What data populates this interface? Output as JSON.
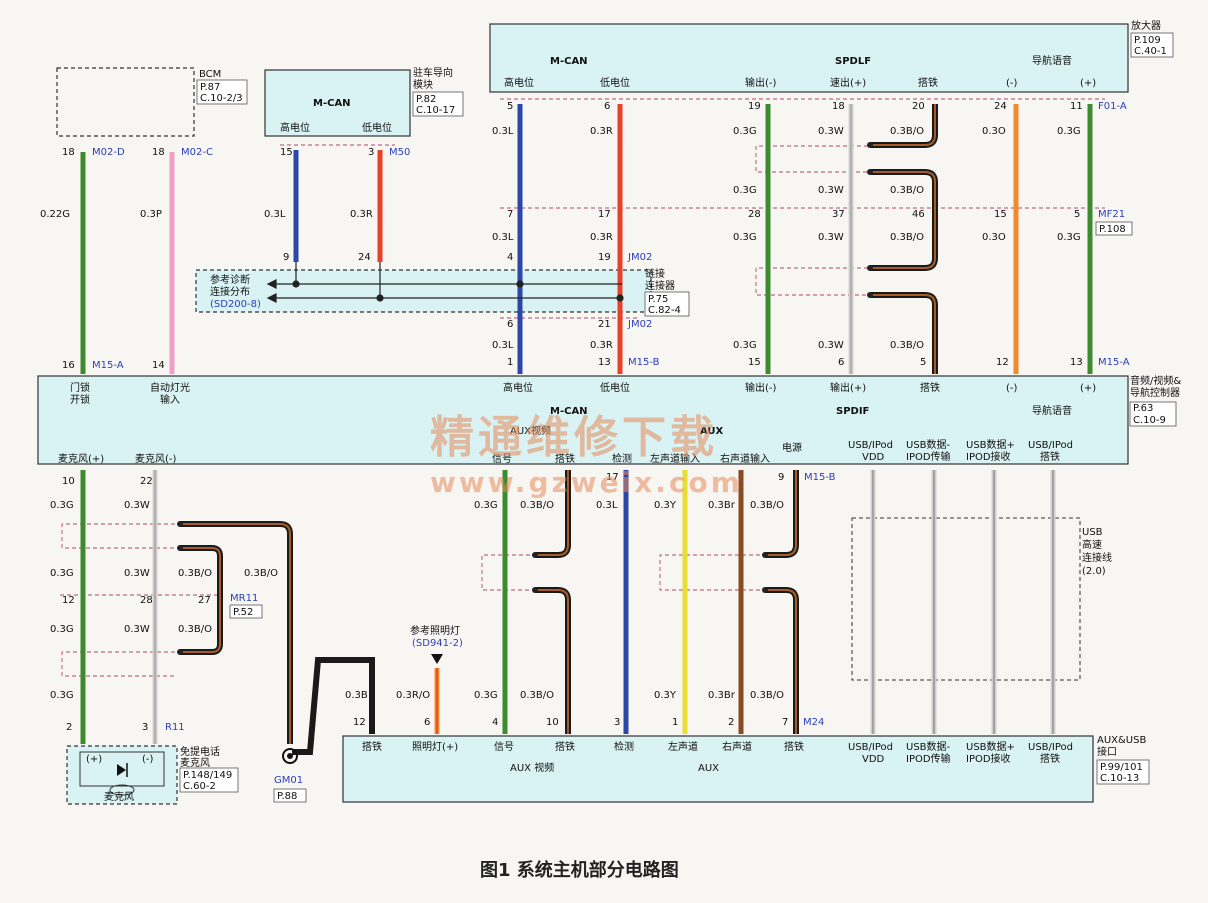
{
  "caption": "图1 系统主机部分电路图",
  "watermark": {
    "cn": "精通维修下载",
    "url": "www.gzweix.com"
  },
  "colors": {
    "bg": "#f7f6f3",
    "module_fill": "#d9f2f3",
    "green": "#3e8a2e",
    "pink": "#f0a0c8",
    "blue": "#2b47a8",
    "red": "#e8412a",
    "white_wire": "#cfcfcf",
    "orange": "#f08a2a",
    "yellow": "#e8de36",
    "brown": "#8a4a22",
    "black": "#1a1a1a"
  },
  "modules": {
    "amp": {
      "name": "放大器",
      "ref1": "P.109",
      "ref2": "C.40-1",
      "g1": "M-CAN",
      "g2": "SPDLF",
      "g3": "导航语音",
      "pins": [
        "高电位",
        "低电位",
        "输出(-)",
        "速出(+)",
        "搭铁",
        "(-)",
        "(+)"
      ]
    },
    "bcm": {
      "name": "BCM",
      "ref1": "P.87",
      "ref2": "C.10-2/3"
    },
    "park": {
      "name1": "驻车导向",
      "name2": "模块",
      "ref1": "P.82",
      "ref2": "C.10-17",
      "group": "M-CAN",
      "pins": [
        "高电位",
        "低电位"
      ]
    },
    "joint": {
      "name1": "链接",
      "name2": "连接器",
      "ref1": "P.75",
      "ref2": "C.82-4",
      "diag1": "参考诊断",
      "diag2": "连接分布",
      "diag3": "(SD200-8)"
    },
    "head": {
      "name1": "音频/视频&",
      "name2": "导航控制器",
      "ref1": "P.63",
      "ref2": "C.10-9",
      "mcan": "M-CAN",
      "spdif": "SPDIF",
      "nav": "导航语音",
      "aux_video": "AUX视频",
      "aux": "AUX",
      "top_pins": [
        "门锁",
        "开锁",
        "自动灯光",
        "输入",
        "高电位",
        "低电位",
        "输出(-)",
        "输出(+)",
        "搭铁",
        "(-)",
        "(+)"
      ],
      "bot_pins": [
        "麦克风(+)",
        "麦克风(-)",
        "信号",
        "搭铁",
        "检测",
        "左声道输入",
        "右声道输入",
        "电源",
        "USB/IPod",
        "VDD",
        "USB数据-",
        "IPOD传输",
        "USB数据+",
        "IPOD接收",
        "USB/IPod",
        "搭铁"
      ]
    },
    "usb_cable": {
      "l1": "USB",
      "l2": "高速",
      "l3": "连接线",
      "l4": "(2.0)"
    },
    "auxusb": {
      "name1": "AUX&USB",
      "name2": "接口",
      "ref1": "P.99/101",
      "ref2": "C.10-13",
      "pins": [
        "搭铁",
        "照明灯(+)",
        "信号",
        "搭铁",
        "检测",
        "左声道",
        "右声道",
        "搭铁",
        "USB/IPod",
        "VDD",
        "USB数据-",
        "IPOD传输",
        "USB数据+",
        "IPOD接收",
        "USB/IPod",
        "搭铁"
      ],
      "aux_video": "AUX 视频",
      "aux": "AUX"
    },
    "mic": {
      "name1": "免提电话",
      "name2": "麦克风",
      "ref1": "P.148/149",
      "ref2": "C.60-2",
      "label": "麦克风",
      "plus": "(+)",
      "minus": "(-)"
    },
    "lamp": {
      "l1": "参考照明灯",
      "l2": "(SD941-2)"
    },
    "ground": {
      "name": "GM01",
      "ref": "P.88"
    }
  },
  "connectors": [
    "M02-D",
    "M02-C",
    "M50",
    "F01-A",
    "MF21",
    "P.108",
    "JM02",
    "JM02",
    "M15-B",
    "M15-A",
    "M15-A",
    "M15-B",
    "MR11",
    "P.52",
    "R11",
    "M24"
  ],
  "pins": [
    "18",
    "18",
    "15",
    "3",
    "9",
    "24",
    "16",
    "14",
    "5",
    "6",
    "19",
    "18",
    "20",
    "24",
    "11",
    "7",
    "17",
    "28",
    "37",
    "46",
    "15",
    "5",
    "4",
    "19",
    "6",
    "21",
    "1",
    "13",
    "15",
    "6",
    "5",
    "12",
    "13",
    "10",
    "22",
    "12",
    "28",
    "27",
    "2",
    "3",
    "17",
    "9",
    "12",
    "6",
    "4",
    "10",
    "3",
    "1",
    "2",
    "7"
  ],
  "wire_labels": [
    "0.22G",
    "0.3P",
    "0.3L",
    "0.3R",
    "0.3L",
    "0.3R",
    "0.3G",
    "0.3W",
    "0.3B/O",
    "0.3O",
    "0.3G",
    "0.3G",
    "0.3W",
    "0.3B/O",
    "0.3L",
    "0.3R",
    "0.3G",
    "0.3W",
    "0.3B/O",
    "0.3O",
    "0.3G",
    "0.3L",
    "0.3R",
    "0.3G",
    "0.3W",
    "0.3B/O",
    "0.3G",
    "0.3W",
    "0.3G",
    "0.3W",
    "0.3B/O",
    "0.3B/O",
    "0.3G",
    "0.3W",
    "0.3B/O",
    "0.3G",
    "0.3G",
    "0.3B/O",
    "0.3L",
    "0.3Y",
    "0.3Br",
    "0.3B/O",
    "0.3B",
    "0.3R/O",
    "0.3G",
    "0.3B/O",
    "0.3Y",
    "0.3Br",
    "0.3B/O"
  ]
}
